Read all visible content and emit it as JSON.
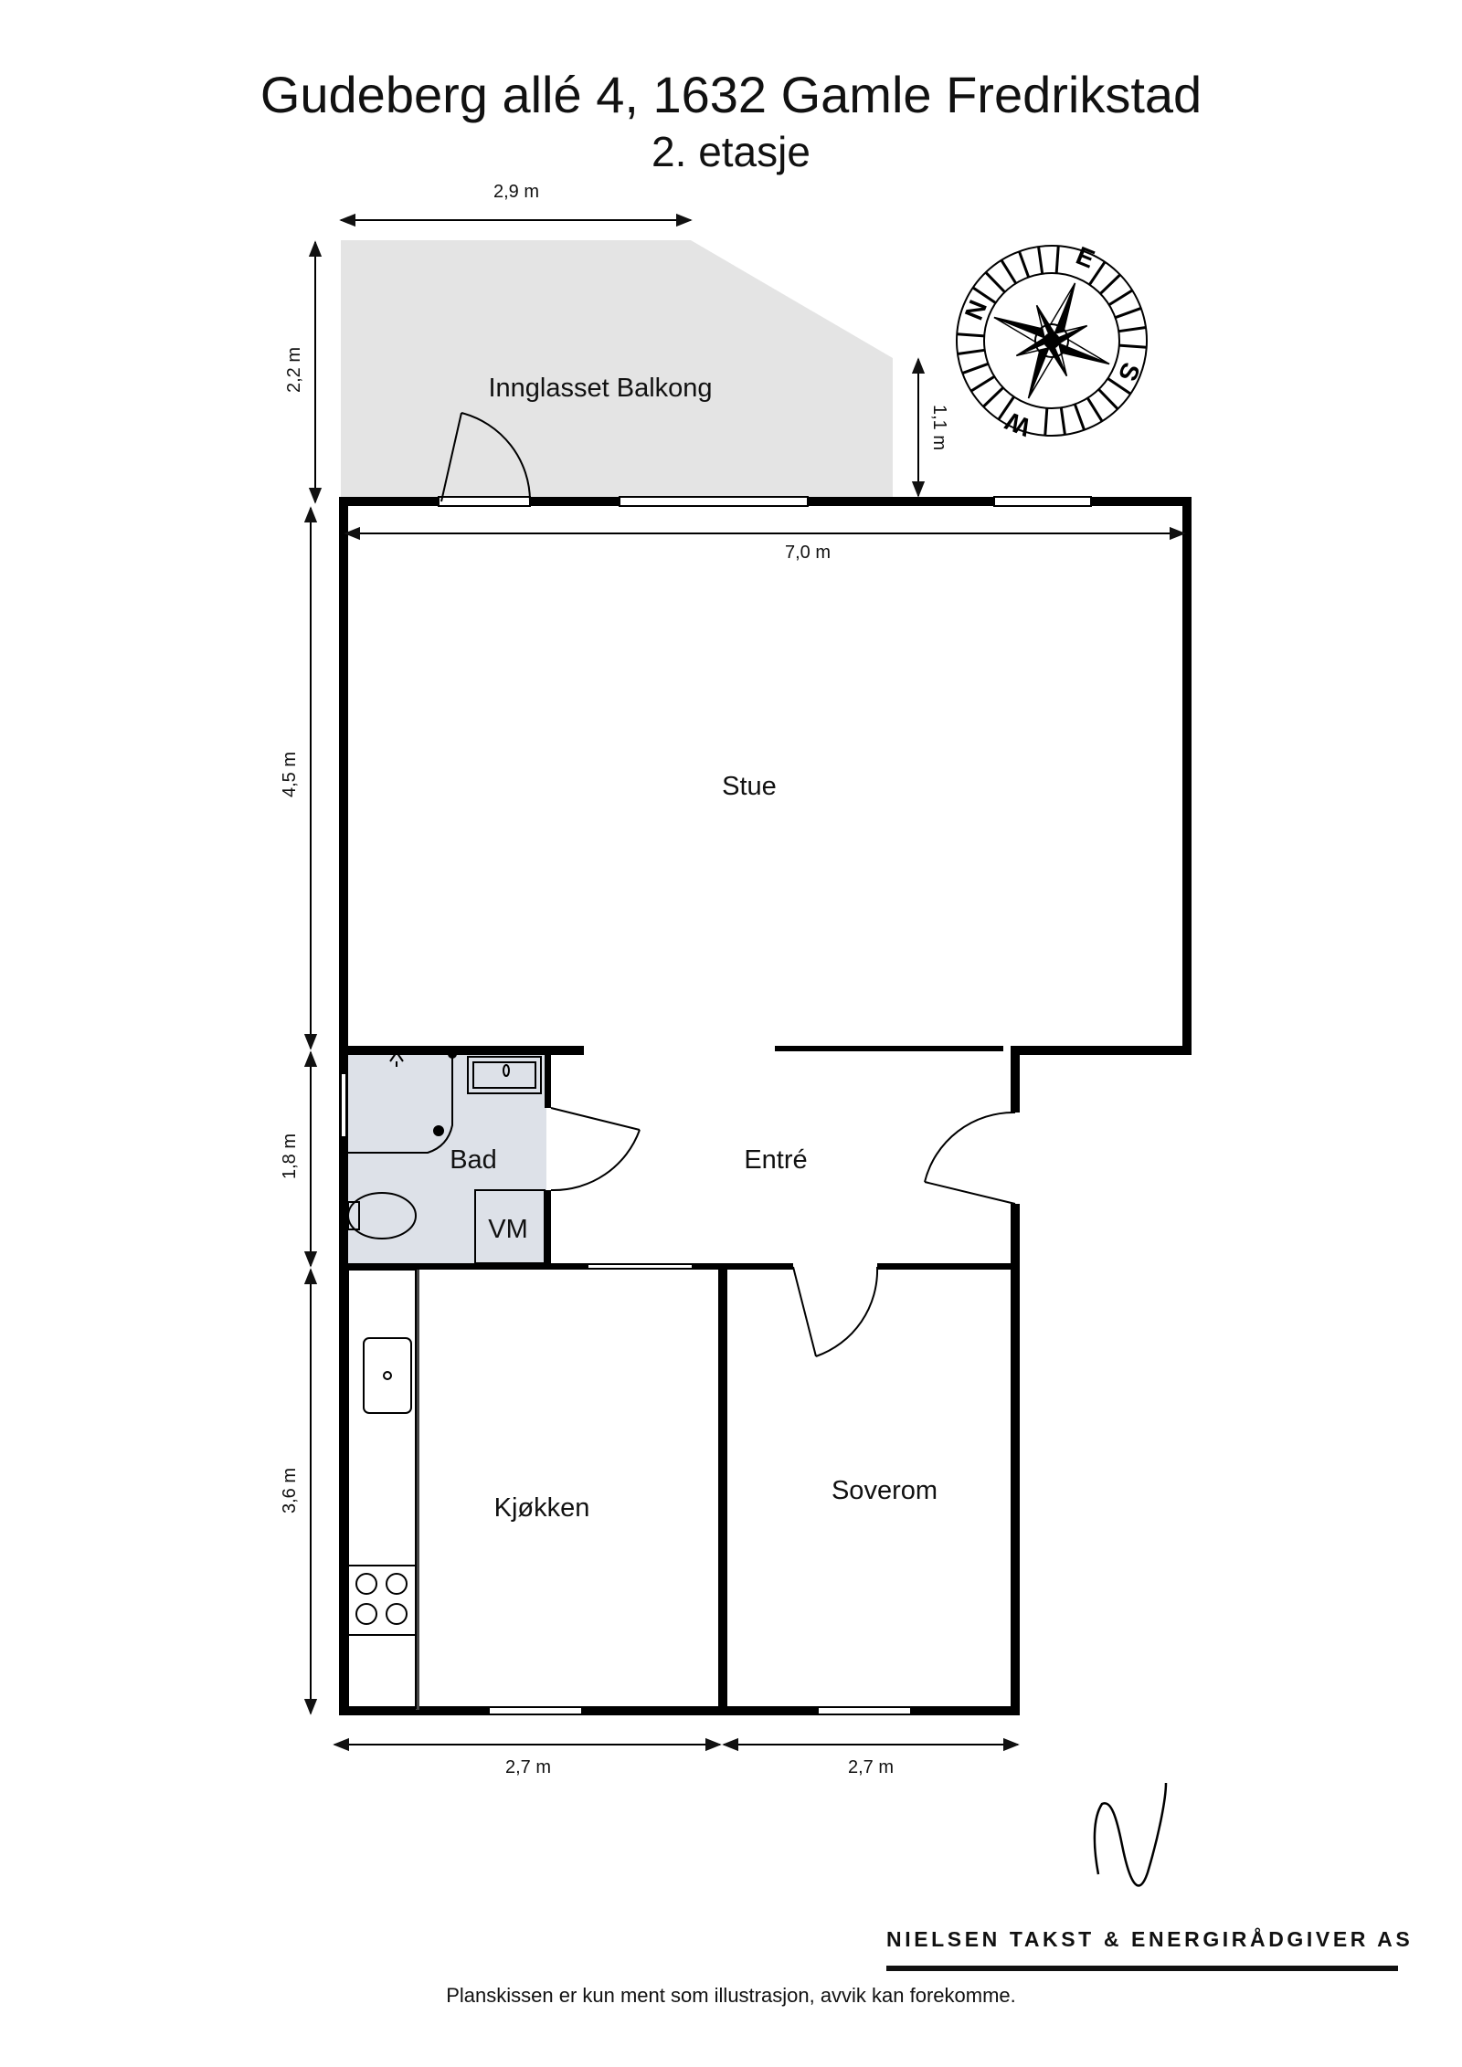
{
  "header": {
    "title": "Gudeberg allé 4, 1632 Gamle Fredrikstad",
    "subtitle": "2. etasje"
  },
  "rooms": {
    "balcony": "Innglasset Balkong",
    "living": "Stue",
    "bath": "Bad",
    "entry": "Entré",
    "kitchen": "Kjøkken",
    "bedroom": "Soverom",
    "laundry": "VM"
  },
  "dimensions": {
    "balcony_width": "2,9 m",
    "balcony_depth": "2,2 m",
    "balcony_edge": "1,1 m",
    "living_width": "7,0 m",
    "living_depth": "4,5 m",
    "bath_depth": "1,8 m",
    "kitchen_depth": "3,6 m",
    "kitchen_width": "2,7 m",
    "bedroom_width": "2,7 m"
  },
  "compass": {
    "n": "N",
    "e": "E",
    "s": "S",
    "w": "W"
  },
  "footer": {
    "company": "NIELSEN TAKST & ENERGIRÅDGIVER AS",
    "disclaimer": "Planskissen er kun ment som illustrasjon, avvik kan forekomme."
  },
  "colors": {
    "wall": "#000000",
    "balcony_fill": "#e4e4e4",
    "bath_fill": "#dde1e8"
  }
}
